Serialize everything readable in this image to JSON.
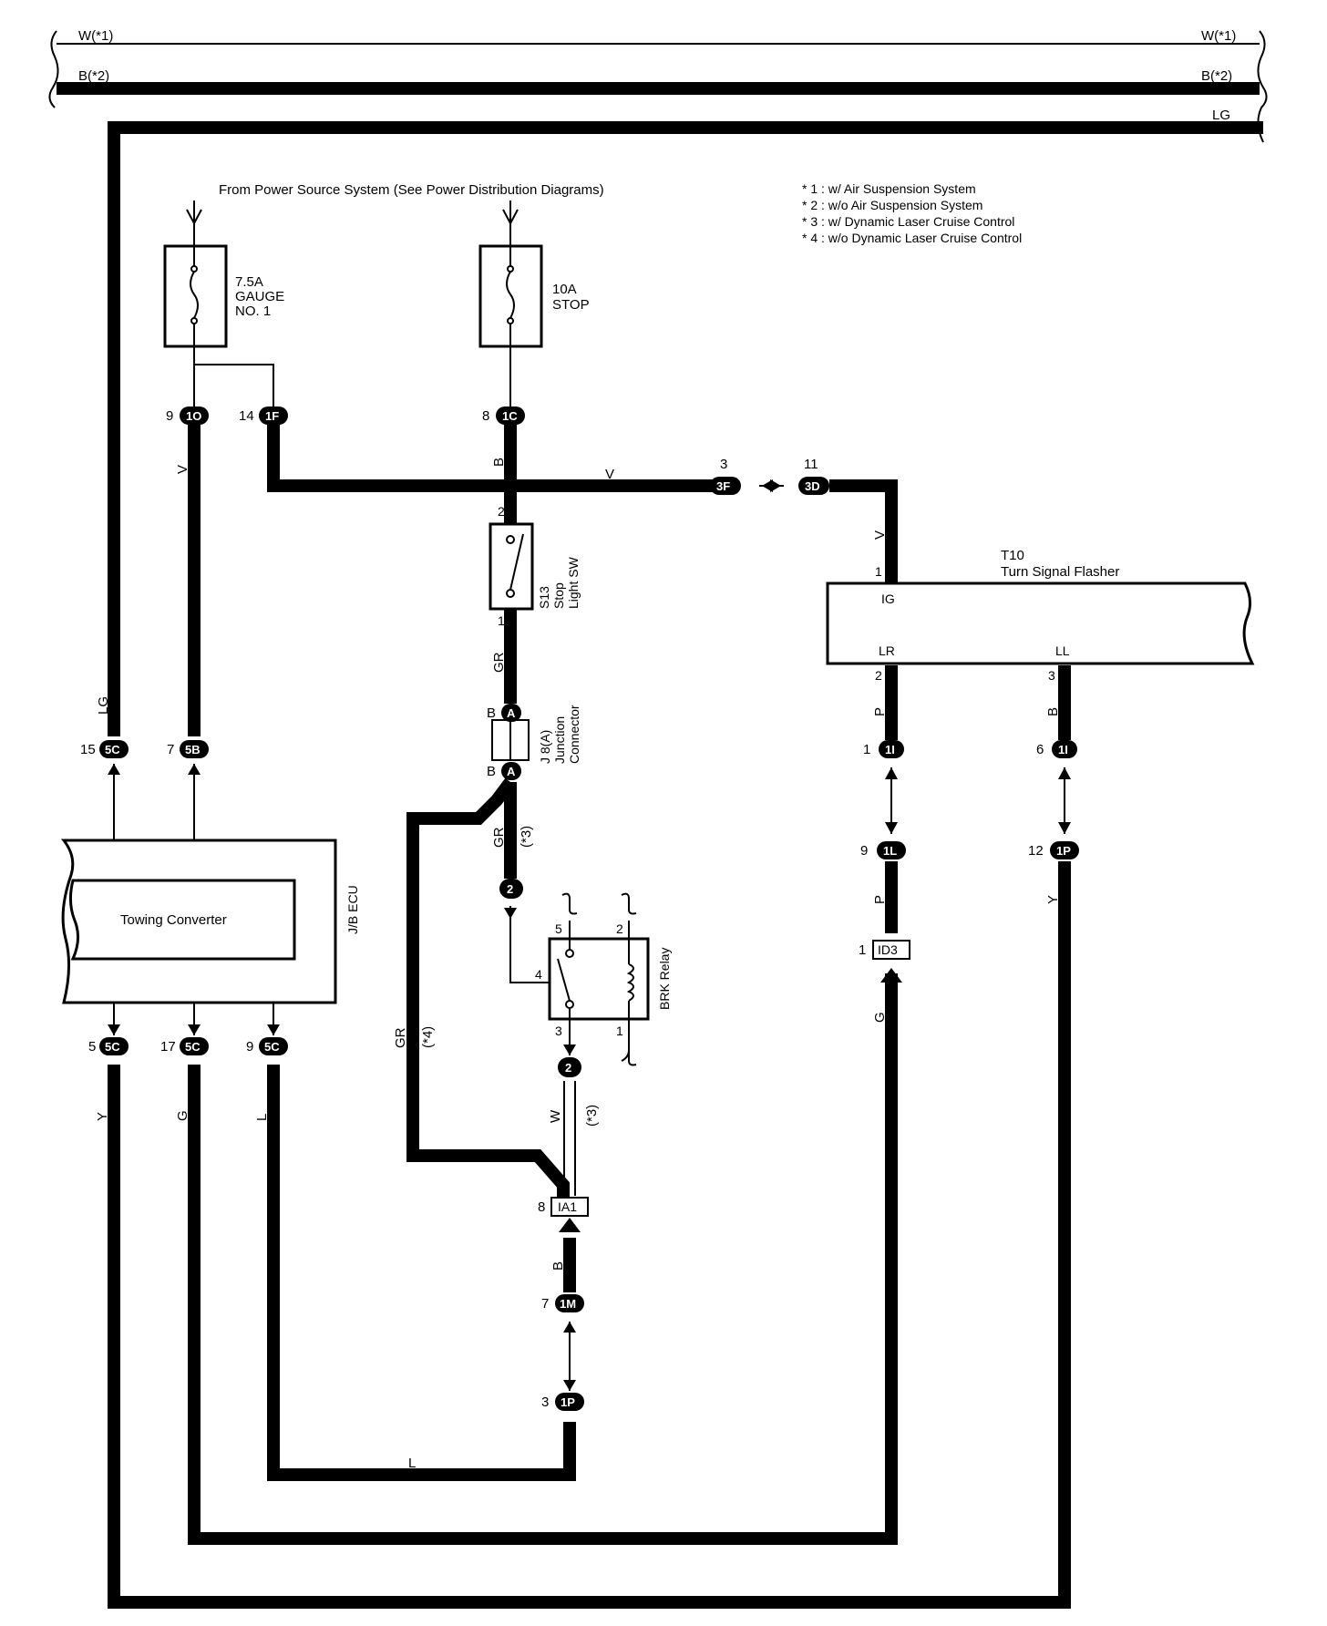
{
  "header": {
    "bus_w": "W(*1)",
    "bus_b": "B(*2)",
    "bus_lg": "LG",
    "power_source": "From Power Source System (See Power Distribution Diagrams)"
  },
  "notes": [
    "* 1 : w/ Air Suspension System",
    "* 2 : w/o Air Suspension System",
    "* 3 : w/ Dynamic Laser Cruise Control",
    "* 4 : w/o Dynamic Laser Cruise Control"
  ],
  "fuses": {
    "gauge": {
      "line1": "7.5A",
      "line2": "GAUGE",
      "line3": "NO. 1"
    },
    "stop": {
      "line1": "10A",
      "line2": "STOP"
    }
  },
  "components": {
    "s13": {
      "line1": "S13",
      "line2": "Stop",
      "line3": "Light SW"
    },
    "j8": {
      "line1": "J 8(A)",
      "line2": "Junction",
      "line3": "Connector"
    },
    "t10": {
      "id": "T10",
      "name": "Turn Signal Flasher",
      "pin_ig": "IG",
      "pin_lr": "LR",
      "pin_ll": "LL"
    },
    "jb_ecu": "J/B ECU",
    "towing": "Towing Converter",
    "brk_relay": "BRK Relay"
  },
  "connectors": {
    "c1o": {
      "pin": "9",
      "name": "1O"
    },
    "c1f": {
      "pin": "14",
      "name": "1F"
    },
    "c1c": {
      "pin": "8",
      "name": "1C"
    },
    "c3f": {
      "pin": "3",
      "name": "3F"
    },
    "c3d": {
      "pin": "11",
      "name": "3D"
    },
    "c5c_top": {
      "pin": "15",
      "name": "5C"
    },
    "c5b": {
      "pin": "7",
      "name": "5B"
    },
    "c1i_a": {
      "pin": "1",
      "name": "1I"
    },
    "c1i_b": {
      "pin": "6",
      "name": "1I"
    },
    "c1l": {
      "pin": "9",
      "name": "1L"
    },
    "c1p_r": {
      "pin": "12",
      "name": "1P"
    },
    "cid3": {
      "pin": "1",
      "name": "ID3"
    },
    "c5c_y": {
      "pin": "5",
      "name": "5C"
    },
    "c5c_g": {
      "pin": "17",
      "name": "5C"
    },
    "c5c_l": {
      "pin": "9",
      "name": "5C"
    },
    "cia1": {
      "pin": "8",
      "name": "IA1"
    },
    "c1m": {
      "pin": "7",
      "name": "1M"
    },
    "c1p_b": {
      "pin": "3",
      "name": "1P"
    },
    "ja_top": {
      "pin": "B",
      "name": "A"
    },
    "ja_bot": {
      "pin": "B",
      "name": "A"
    },
    "c2_top": {
      "name": "2"
    },
    "c2_bot": {
      "name": "2"
    }
  },
  "pins": {
    "s13_2": "2",
    "s13_1": "1",
    "t10_1": "1",
    "t10_2": "2",
    "t10_3": "3",
    "relay_5": "5",
    "relay_2": "2",
    "relay_4": "4",
    "relay_3": "3",
    "relay_1": "1"
  },
  "wires": {
    "v_1o": "V",
    "b_1c": "B",
    "v_main": "V",
    "v_t10": "V",
    "gr_s13": "GR",
    "gr_j8": "GR",
    "note3_j8": "(*3)",
    "gr_left": "GR",
    "note4_left": "(*4)",
    "w_relay": "W",
    "note3_relay": "(*3)",
    "lg_left": "LG",
    "p_lr": "P",
    "b_ll": "B",
    "p_1l": "P",
    "y_1p": "Y",
    "g_id3": "G",
    "y_5c": "Y",
    "g_5c": "G",
    "l_5c": "L",
    "b_ia1": "B",
    "l_bottom": "L"
  }
}
